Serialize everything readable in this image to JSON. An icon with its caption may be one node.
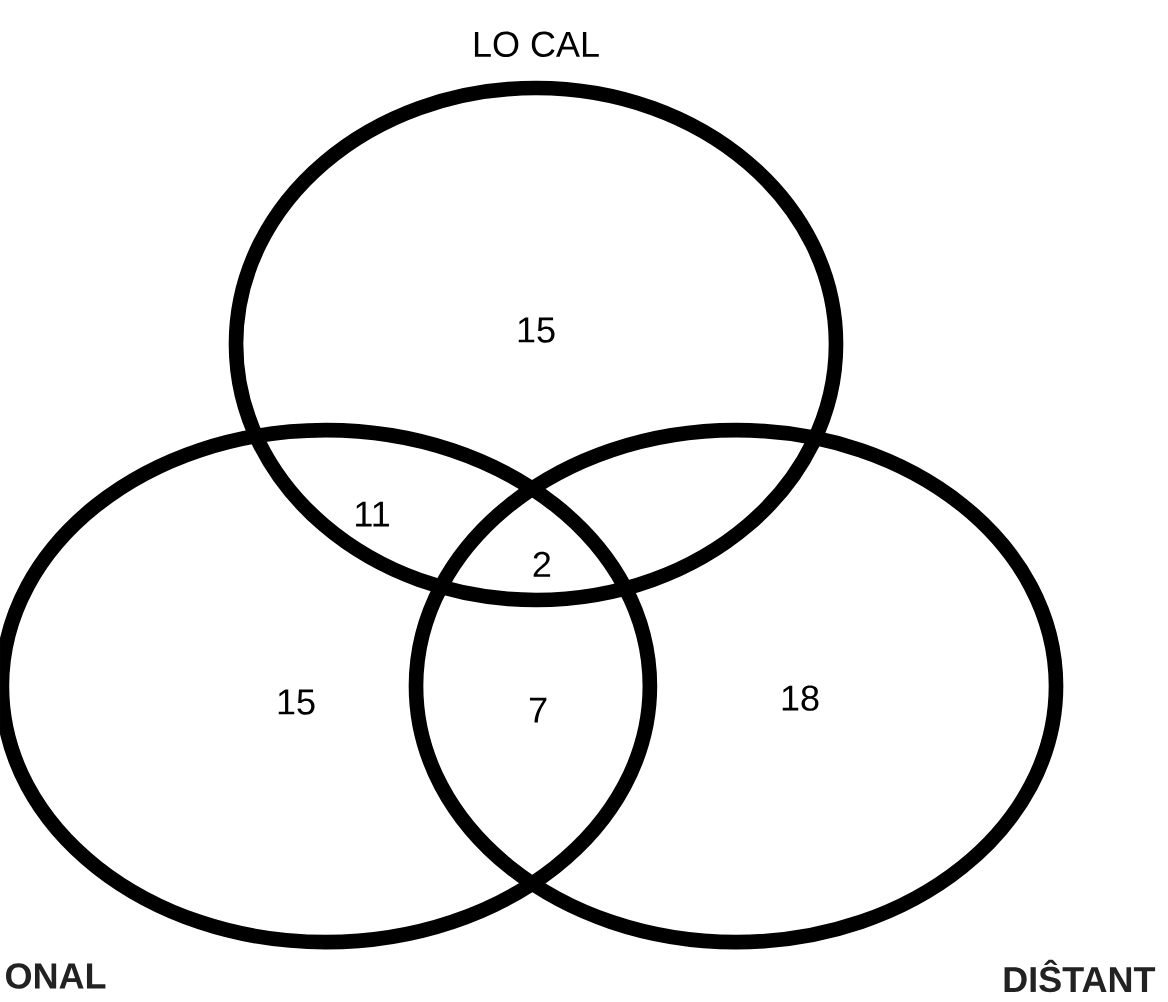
{
  "diagram": {
    "nodes": [
      {
        "text": [
          "LO CAL"
        ]
      },
      {
        "text": [
          "ONAL"
        ]
      },
      {
        "text": [
          "DIŜTANT"
        ]
      }
    ],
    "labels": [
      "15",
      "11",
      "2",
      "15",
      "7",
      "18"
    ]
  }
}
